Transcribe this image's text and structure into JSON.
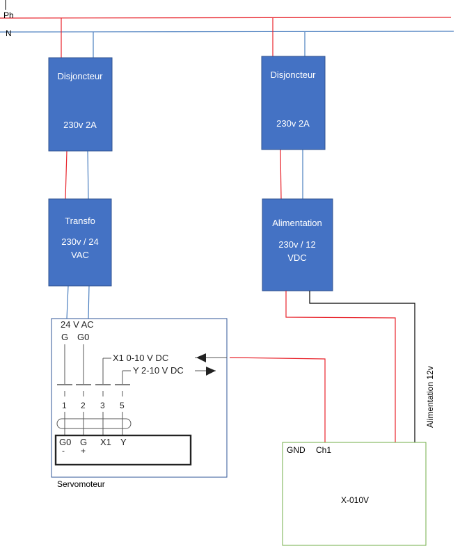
{
  "mains": {
    "phase_label": "Ph",
    "neutral_label": "N"
  },
  "breaker_left": {
    "title": "Disjoncteur",
    "rating": "230v 2A"
  },
  "breaker_right": {
    "title": "Disjoncteur",
    "rating": "230v 2A"
  },
  "transformer": {
    "title": "Transfo",
    "line1": "230v / 24",
    "line2": "VAC"
  },
  "power_supply": {
    "title": "Alimentation",
    "line1": "230v / 12",
    "line2": "VDC"
  },
  "servomotor": {
    "label": "Servomoteur",
    "supply": "24 V AC",
    "g_label": "G",
    "g0_label": "G0",
    "x1_signal": "X1 0-10 V DC",
    "y_signal": "Y 2-10 V DC",
    "pins": [
      "1",
      "2",
      "3",
      "5"
    ],
    "terminals": [
      "G0",
      "G",
      "X1",
      "Y"
    ],
    "polarity": [
      "-",
      "+"
    ]
  },
  "module": {
    "name": "X-010V",
    "gnd_label": "GND",
    "ch1_label": "Ch1"
  },
  "supply_wire_label": "Alimentation 12v",
  "colors": {
    "phase": "#e8232b",
    "neutral": "#4a7ebf",
    "box_fill": "#4472c4",
    "box_border": "#2f528f",
    "servo_border": "#2f5597",
    "module_border": "#70ad47",
    "dc_negative": "#000000"
  }
}
